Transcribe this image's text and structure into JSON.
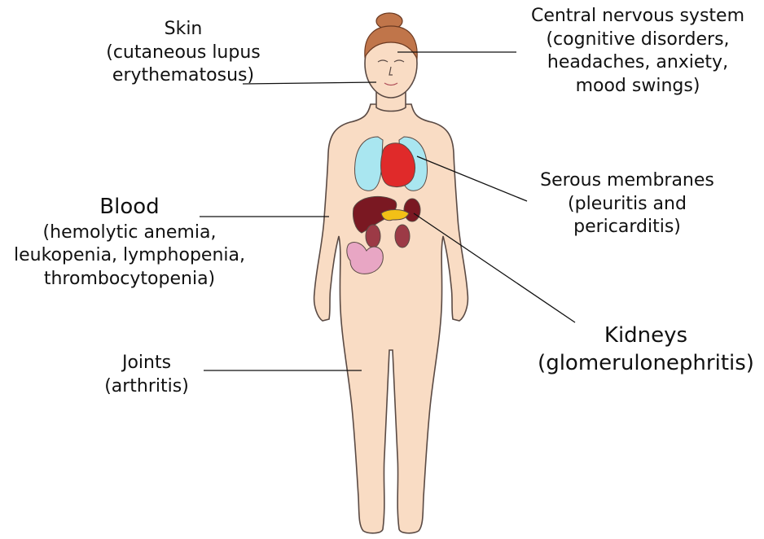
{
  "labels": {
    "skin": {
      "title": "Skin",
      "detail": "(cutaneous lupus\nerythematosus)"
    },
    "cns": {
      "title": "Central nervous system",
      "detail": "(cognitive disorders,\nheadaches, anxiety,\nmood swings)"
    },
    "blood": {
      "title": "Blood",
      "detail": "(hemolytic anemia,\nleukopenia, lymphopenia,\nthrombocytopenia)"
    },
    "serous": {
      "title": "Serous membranes",
      "detail": "(pleuritis and\npericarditis)"
    },
    "kidneys": {
      "title": "Kidneys",
      "detail": "(glomerulonephritis)"
    },
    "joints": {
      "title": "Joints",
      "detail": "(arthritis)"
    }
  },
  "colors": {
    "skin_tone": "#f9dcc4",
    "outline": "#5a4a44",
    "hair": "#c0754a",
    "lungs": "#a9e6f0",
    "heart": "#e02a2a",
    "liver": "#7a1822",
    "kidneys": "#9c3a46",
    "pancreas": "#f2c017",
    "intestine": "#e8a6c4",
    "leader_line": "#111111"
  }
}
